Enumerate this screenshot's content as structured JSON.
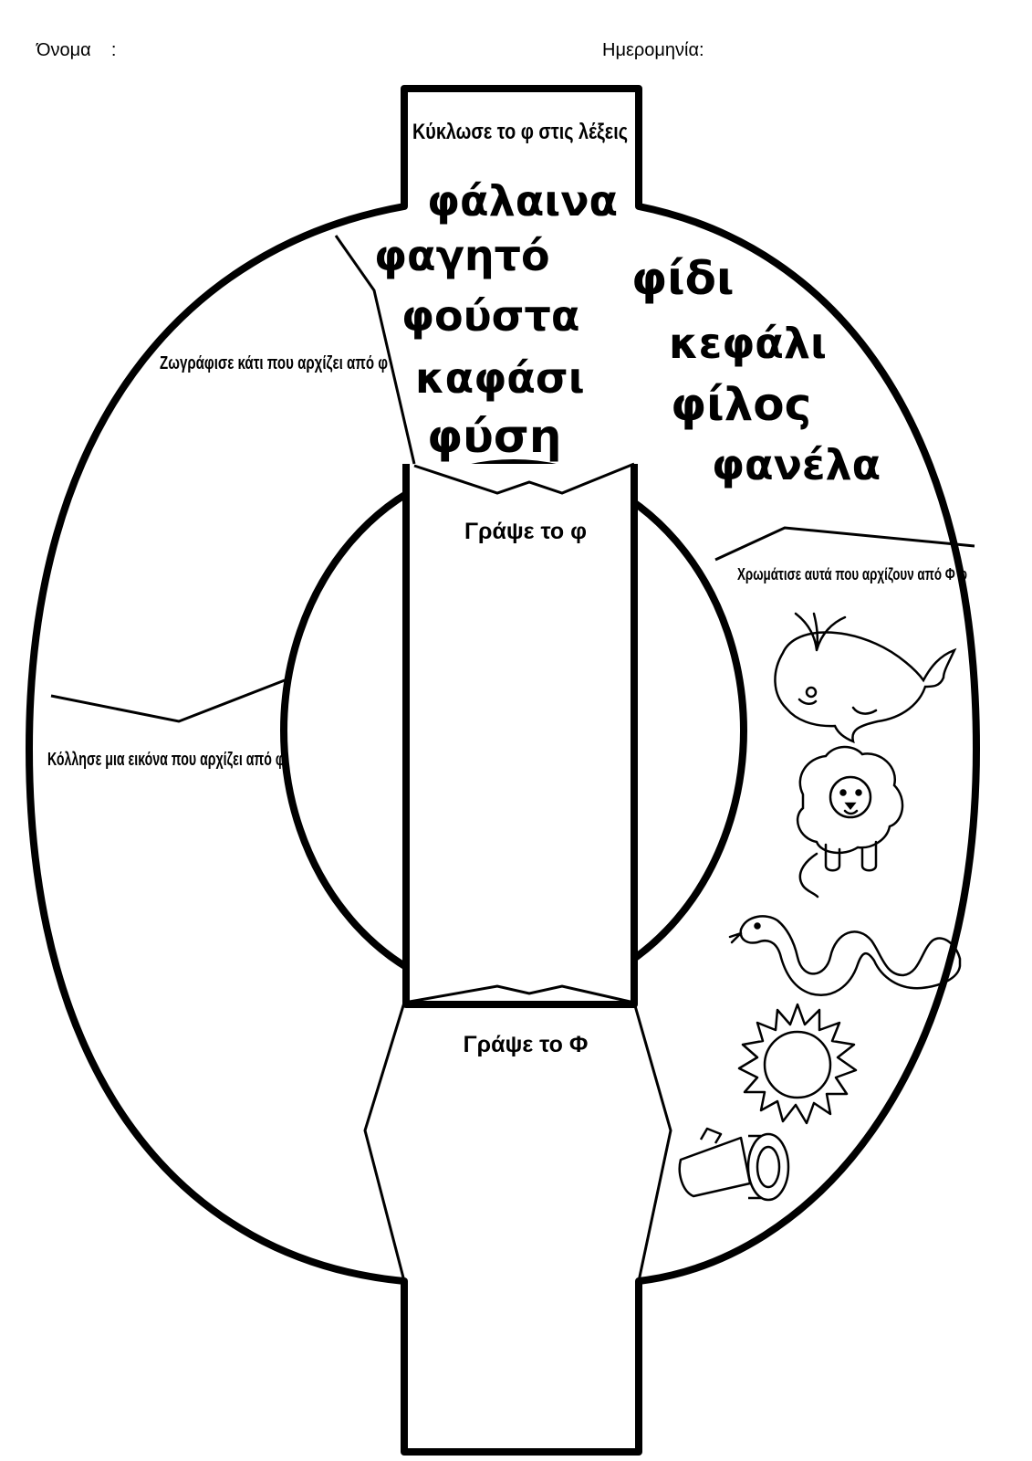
{
  "header": {
    "name_label": "Όνομα    :",
    "date_label": "Ημερομηνία:"
  },
  "sections": {
    "circle_title": "Κύκλωσε το φ στις λέξεις",
    "draw_title": "Ζωγράφισε κάτι που αρχίζει από φ",
    "paste_title": "Κόλλησε μια εικόνα  που αρχίζει από φ",
    "write_lower_title": "Γράψε το φ",
    "write_upper_title": "Γράψε το Φ",
    "color_title": "Χρωμάτισε αυτά που αρχίζουν από Φ φ"
  },
  "words": [
    "φάλαινα",
    "φαγητό",
    "φούστα",
    "καφάσι",
    "φύση",
    "φίδι",
    "κεφάλι",
    "φίλος",
    "φανέλα"
  ],
  "pictures": [
    "whale-picture",
    "lion-picture",
    "snake-picture",
    "sun-picture",
    "flashlight-picture"
  ],
  "colors": {
    "ink": "#000000",
    "paper": "#ffffff"
  }
}
